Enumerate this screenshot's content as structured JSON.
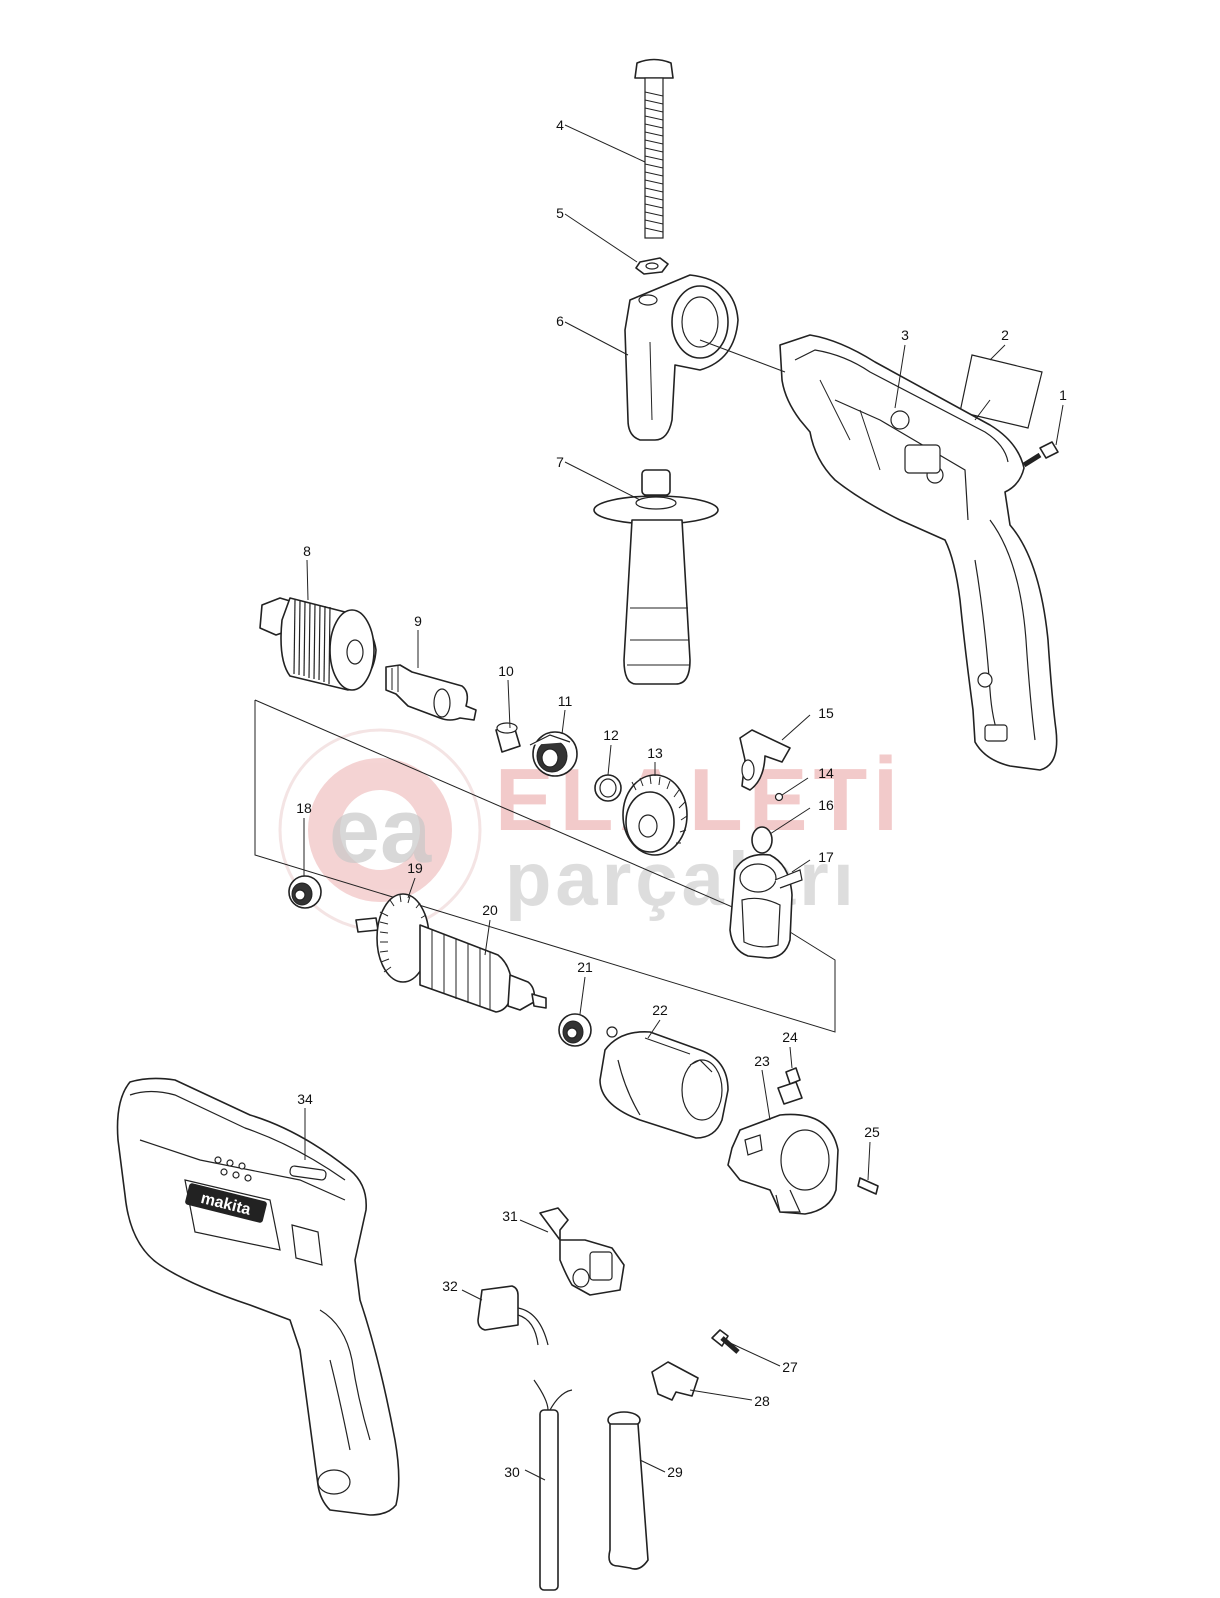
{
  "parts": [
    {
      "id": "p1",
      "label": "1"
    },
    {
      "id": "p2",
      "label": "2"
    },
    {
      "id": "p3",
      "label": "3"
    },
    {
      "id": "p4",
      "label": "4"
    },
    {
      "id": "p5",
      "label": "5"
    },
    {
      "id": "p6",
      "label": "6"
    },
    {
      "id": "p7",
      "label": "7"
    },
    {
      "id": "p8",
      "label": "8"
    },
    {
      "id": "p9",
      "label": "9"
    },
    {
      "id": "p10",
      "label": "10"
    },
    {
      "id": "p11",
      "label": "11"
    },
    {
      "id": "p12",
      "label": "12"
    },
    {
      "id": "p13",
      "label": "13"
    },
    {
      "id": "p14",
      "label": "14"
    },
    {
      "id": "p15",
      "label": "15"
    },
    {
      "id": "p16",
      "label": "16"
    },
    {
      "id": "p17",
      "label": "17"
    },
    {
      "id": "p18",
      "label": "18"
    },
    {
      "id": "p19",
      "label": "19"
    },
    {
      "id": "p20",
      "label": "20"
    },
    {
      "id": "p21",
      "label": "21"
    },
    {
      "id": "p22",
      "label": "22"
    },
    {
      "id": "p23",
      "label": "23"
    },
    {
      "id": "p24",
      "label": "24"
    },
    {
      "id": "p25",
      "label": "25"
    },
    {
      "id": "p27",
      "label": "27"
    },
    {
      "id": "p28",
      "label": "28"
    },
    {
      "id": "p29",
      "label": "29"
    },
    {
      "id": "p30",
      "label": "30"
    },
    {
      "id": "p31",
      "label": "31"
    },
    {
      "id": "p32",
      "label": "32"
    },
    {
      "id": "p34",
      "label": "34"
    }
  ],
  "watermark": {
    "line1": "ELALETİ",
    "line2": "parçaları",
    "logo_text": "ea"
  },
  "brand_text": "makita",
  "colors": {
    "line": "#222222",
    "watermark_red": "#e8a0a0",
    "watermark_gray": "#c8c8c8"
  }
}
